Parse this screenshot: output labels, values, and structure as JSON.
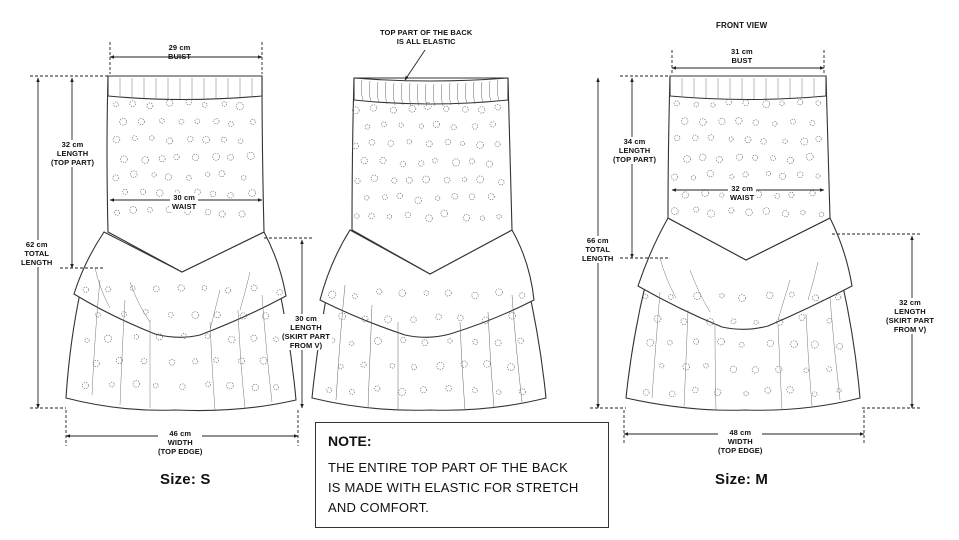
{
  "front_view_title": "FRONT VIEW",
  "back_view": {
    "callout": [
      "TOP PART OF THE BACK",
      "IS ALL ELASTIC"
    ]
  },
  "size_s": {
    "size_label": "Size: S",
    "bust": [
      "29 cm",
      "BUIST"
    ],
    "length_top": [
      "32 cm",
      "LENGTH",
      "(TOP PART)"
    ],
    "waist": [
      "30 cm",
      "WAIST"
    ],
    "total_length": [
      "62 cm",
      "TOTAL",
      "LENGTH"
    ],
    "skirt_length": [
      "30 cm",
      "LENGTH",
      "(SKIRT PART",
      "FROM V)"
    ],
    "width": [
      "46 cm",
      "WIDTH",
      "(TOP EDGE)"
    ]
  },
  "size_m": {
    "size_label": "Size: M",
    "bust": [
      "31 cm",
      "BUST"
    ],
    "length_top": [
      "34 cm",
      "LENGTH",
      "(TOP PART)"
    ],
    "waist": [
      "32 cm",
      "WAIST"
    ],
    "total_length": [
      "66 cm",
      "TOTAL",
      "LENGTH"
    ],
    "skirt_length": [
      "32 cm",
      "LENGTH",
      "(SKIRT PART",
      "FROM V)"
    ],
    "width": [
      "48 cm",
      "WIDTH",
      "(TOP EDGE)"
    ]
  },
  "note": {
    "title": "NOTE:",
    "lines": [
      "THE ENTIRE TOP PART OF THE BACK",
      "IS MADE WITH ELASTIC FOR STRETCH",
      "AND COMFORT."
    ]
  },
  "colors": {
    "line": "#333333",
    "dim": "#222222",
    "eyelet": "#777777"
  }
}
